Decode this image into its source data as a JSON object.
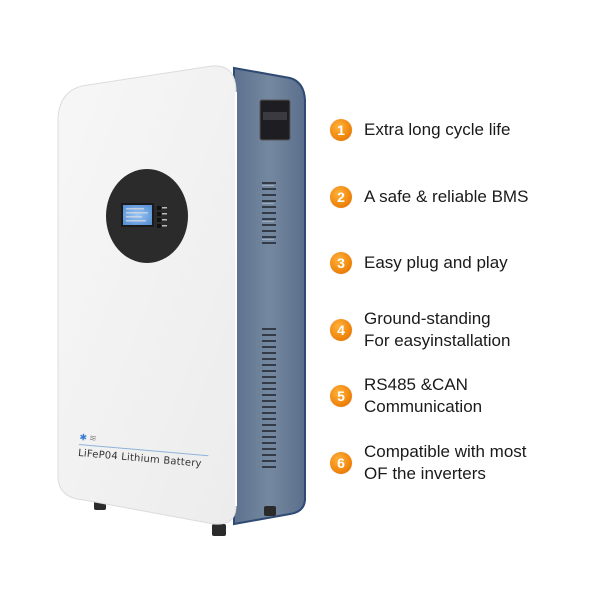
{
  "product": {
    "label_text": "LiFeP04 Lithium Battery",
    "label_icons": [
      "bluetooth-icon",
      "wifi-icon"
    ],
    "colors": {
      "front_panel": "#f2f2f2",
      "side_panel": "#6b7f99",
      "side_panel_edge": "#2f4a73",
      "display_bezel": "#2a2a2a",
      "lcd": "#6fa8e8",
      "feet": "#333333"
    }
  },
  "features": {
    "badge_color": "#f28a10",
    "items": [
      {
        "number": "1",
        "lines": [
          "Extra long cycle life"
        ]
      },
      {
        "number": "2",
        "lines": [
          "A safe & reliable BMS"
        ]
      },
      {
        "number": "3",
        "lines": [
          "Easy plug and play"
        ]
      },
      {
        "number": "4",
        "lines": [
          "Ground-standing",
          "For easyinstallation"
        ]
      },
      {
        "number": "5",
        "lines": [
          "RS485 &CAN",
          "Communication"
        ]
      },
      {
        "number": "6",
        "lines": [
          "Compatible with most",
          "OF the inverters"
        ]
      }
    ]
  }
}
